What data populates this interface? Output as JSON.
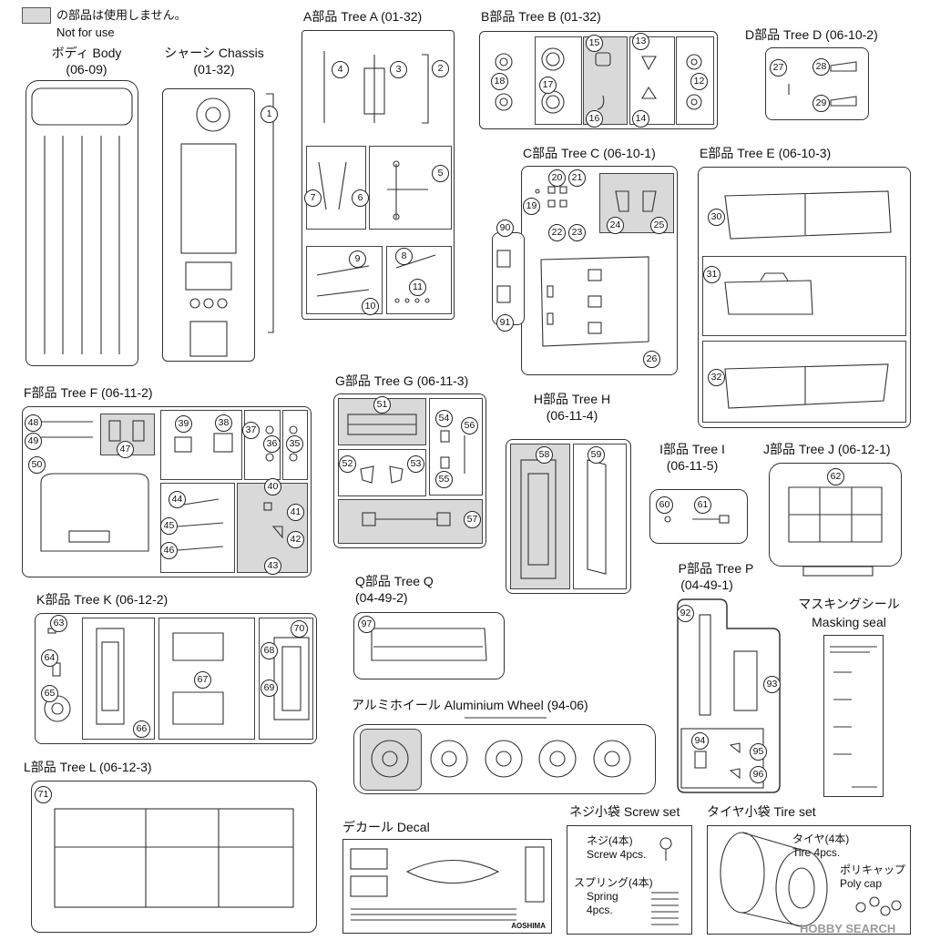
{
  "legend": {
    "swatch_color": "#d9d9d9",
    "line1": "の部品は使用しません。",
    "line2": "Not for use"
  },
  "body": {
    "title": "ボディ Body",
    "code": "(06-09)"
  },
  "chassis": {
    "title": "シャーシ Chassis",
    "code": "(01-32)"
  },
  "tree_a": {
    "title": "A部品  Tree A (01-32)"
  },
  "tree_b": {
    "title": "B部品  Tree B (01-32)"
  },
  "tree_c": {
    "title": "C部品  Tree C (06-10-1)"
  },
  "tree_d": {
    "title": "D部品  Tree D (06-10-2)"
  },
  "tree_e": {
    "title": "E部品  Tree E (06-10-3)"
  },
  "tree_f": {
    "title": "F部品  Tree F (06-11-2)"
  },
  "tree_g": {
    "title": "G部品  Tree G (06-11-3)"
  },
  "tree_h": {
    "title": "H部品  Tree H",
    "code": "(06-11-4)"
  },
  "tree_i": {
    "title": "I部品  Tree I",
    "code": "(06-11-5)"
  },
  "tree_j": {
    "title": "J部品  Tree J (06-12-1)"
  },
  "tree_k": {
    "title": "K部品  Tree K (06-12-2)"
  },
  "tree_l": {
    "title": "L部品  Tree L (06-12-3)"
  },
  "tree_p": {
    "title": "P部品  Tree P",
    "code": "(04-49-1)"
  },
  "tree_q": {
    "title": "Q部品  Tree Q",
    "code": "(04-49-2)"
  },
  "wheel": {
    "title": "アルミホイール  Aluminium Wheel (94-06)"
  },
  "masking": {
    "title_jp": "マスキングシール",
    "title_en": "Masking seal"
  },
  "decal": {
    "title": "デカール  Decal",
    "brand": "AOSHIMA"
  },
  "screw_set": {
    "title": "ネジ小袋  Screw set",
    "screw_jp": "ネジ(4本)",
    "screw_en": "Screw 4pcs.",
    "spring_jp": "スプリング(4本)",
    "spring_en": "Spring",
    "spring_pcs": "4pcs."
  },
  "tire_set": {
    "title": "タイヤ小袋  Tire set",
    "tire_jp": "タイヤ(4本)",
    "tire_en": "Tire 4pcs.",
    "cap_jp": "ポリキャップ",
    "cap_en": "Poly cap"
  },
  "watermark": "HOBBY SEARCH",
  "parts": {
    "p1": "1",
    "p2": "2",
    "p3": "3",
    "p4": "4",
    "p5": "5",
    "p6": "6",
    "p7": "7",
    "p8": "8",
    "p9": "9",
    "p10": "10",
    "p11": "11",
    "p12": "12",
    "p13": "13",
    "p14": "14",
    "p15": "15",
    "p16": "16",
    "p17": "17",
    "p18": "18",
    "p19": "19",
    "p20": "20",
    "p21": "21",
    "p22": "22",
    "p23": "23",
    "p24": "24",
    "p25": "25",
    "p26": "26",
    "p27": "27",
    "p28": "28",
    "p29": "29",
    "p30": "30",
    "p31": "31",
    "p32": "32",
    "p35": "35",
    "p36": "36",
    "p37": "37",
    "p38": "38",
    "p39": "39",
    "p40": "40",
    "p41": "41",
    "p42": "42",
    "p43": "43",
    "p44": "44",
    "p45": "45",
    "p46": "46",
    "p47": "47",
    "p48": "48",
    "p49": "49",
    "p50": "50",
    "p51": "51",
    "p52": "52",
    "p53": "53",
    "p54": "54",
    "p55": "55",
    "p56": "56",
    "p57": "57",
    "p58": "58",
    "p59": "59",
    "p60": "60",
    "p61": "61",
    "p62": "62",
    "p63": "63",
    "p64": "64",
    "p65": "65",
    "p66": "66",
    "p67": "67",
    "p68": "68",
    "p69": "69",
    "p70": "70",
    "p71": "71",
    "p90": "90",
    "p91": "91",
    "p92": "92",
    "p93": "93",
    "p94": "94",
    "p95": "95",
    "p96": "96",
    "p97": "97"
  }
}
